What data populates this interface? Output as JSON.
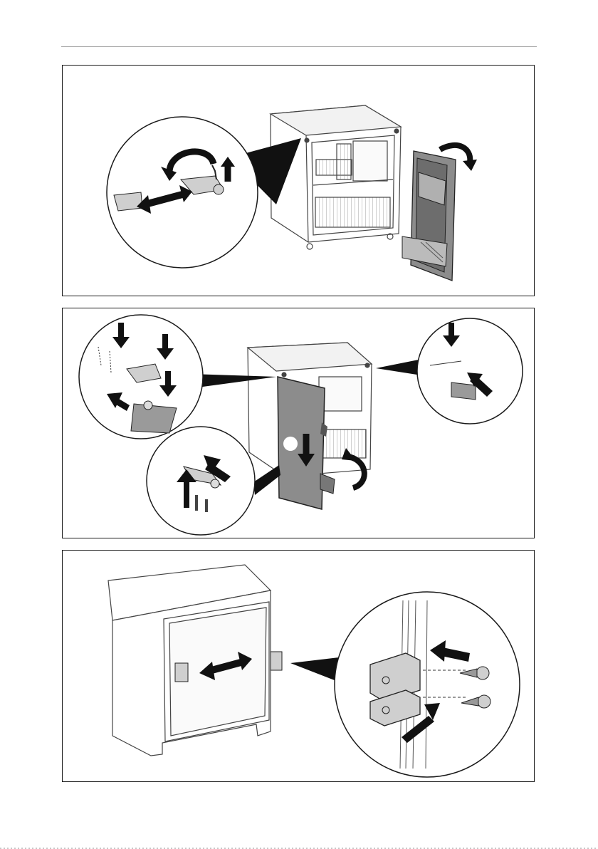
{
  "page": {
    "type": "instruction-manual-illustration-page",
    "panel_count": 3
  },
  "panels": [
    {
      "step": "remove-door-and-top-hinge",
      "arrows": [
        "rotate",
        "lift",
        "slide"
      ]
    },
    {
      "step": "mount-door-on-opposite-side",
      "arrows": [
        "insert",
        "push-down",
        "rotate",
        "slide"
      ]
    },
    {
      "step": "mount-fixing-brackets-in-cabinet",
      "arrows": [
        "adjust-sideways",
        "push",
        "screw-in"
      ]
    }
  ],
  "colors": {
    "line": "#1a1a1a",
    "arrow": "#111111",
    "door_fill": "#8c8c8c",
    "metal_fill": "#bdbdbd",
    "rule": "#a8a8a8"
  }
}
